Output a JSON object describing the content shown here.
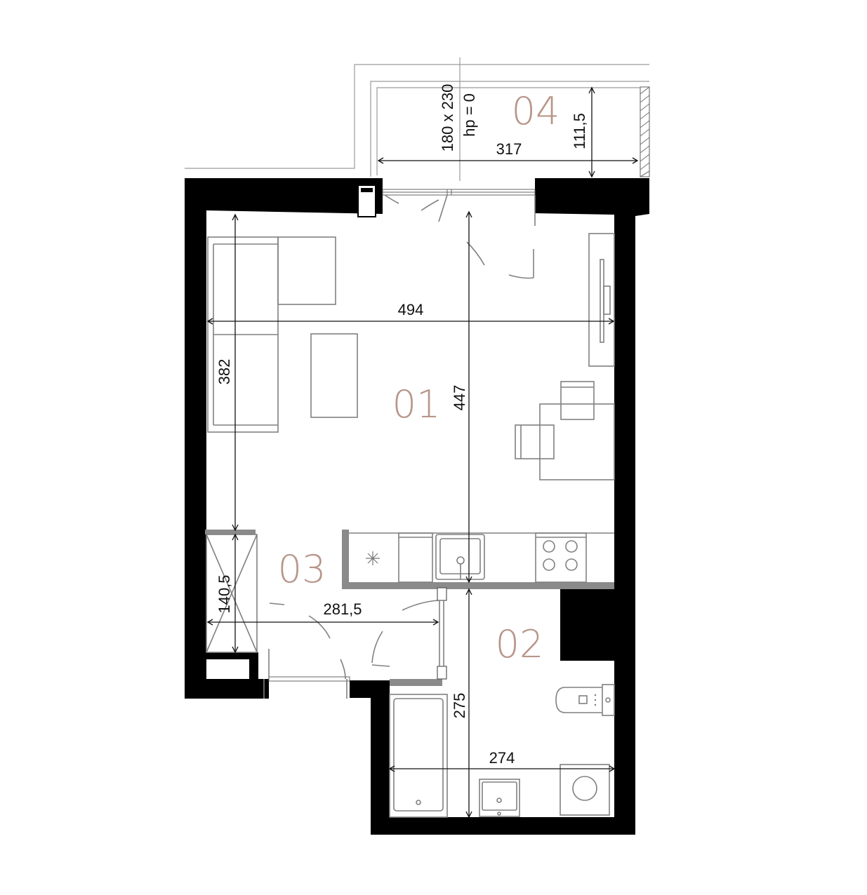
{
  "colors": {
    "wall": "#000000",
    "room_label": "#b8958a",
    "furniture_line": "#808080",
    "dimension_line": "#111111"
  },
  "rooms": [
    {
      "id": "01",
      "label": "01"
    },
    {
      "id": "02",
      "label": "02"
    },
    {
      "id": "03",
      "label": "03"
    },
    {
      "id": "04",
      "label": "04"
    }
  ],
  "dimensions": {
    "balcony_width": "317",
    "balcony_depth": "111,5",
    "window_size": "180 x 230",
    "window_sill": "hp = 0",
    "living_width": "494",
    "living_depth": "382",
    "living_length": "447",
    "hall_depth": "140,5",
    "hall_width": "281,5",
    "bath_depth": "275",
    "bath_width": "274"
  },
  "icons": [
    "stove-hob-icon",
    "kitchen-sink-icon",
    "bathtub-icon",
    "washbasin-icon",
    "toilet-icon",
    "washing-machine-icon",
    "fridge-icon",
    "sofa-icon",
    "table-icon",
    "chair-icon",
    "tv-cabinet-icon",
    "wardrobe-icon"
  ]
}
